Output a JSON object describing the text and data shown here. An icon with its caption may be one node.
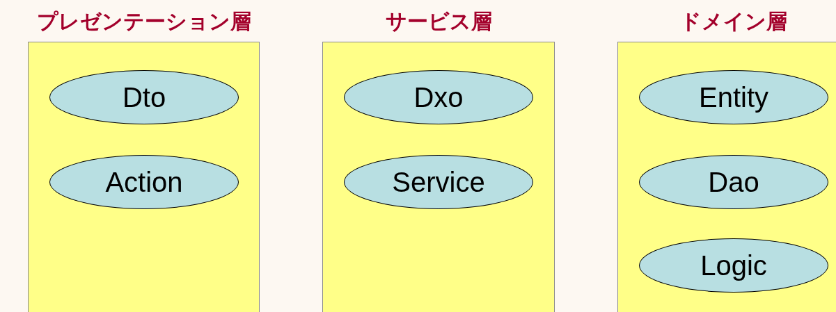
{
  "diagram": {
    "nodes": [
      {
        "text": [
          "プレゼンテーション層"
        ]
      },
      {
        "text": [
          "Dto"
        ],
        "in": 0
      },
      {
        "text": [
          "Action"
        ],
        "in": 0
      },
      {
        "text": [
          "サービス層"
        ]
      },
      {
        "text": [
          "Dxo"
        ],
        "in": 3
      },
      {
        "text": [
          "Service"
        ],
        "in": 3
      },
      {
        "text": [
          "ドメイン層"
        ]
      },
      {
        "text": [
          "Entity"
        ],
        "in": 6
      },
      {
        "text": [
          "Dao"
        ],
        "in": 6
      },
      {
        "text": [
          "Logic"
        ],
        "in": 6
      }
    ]
  }
}
